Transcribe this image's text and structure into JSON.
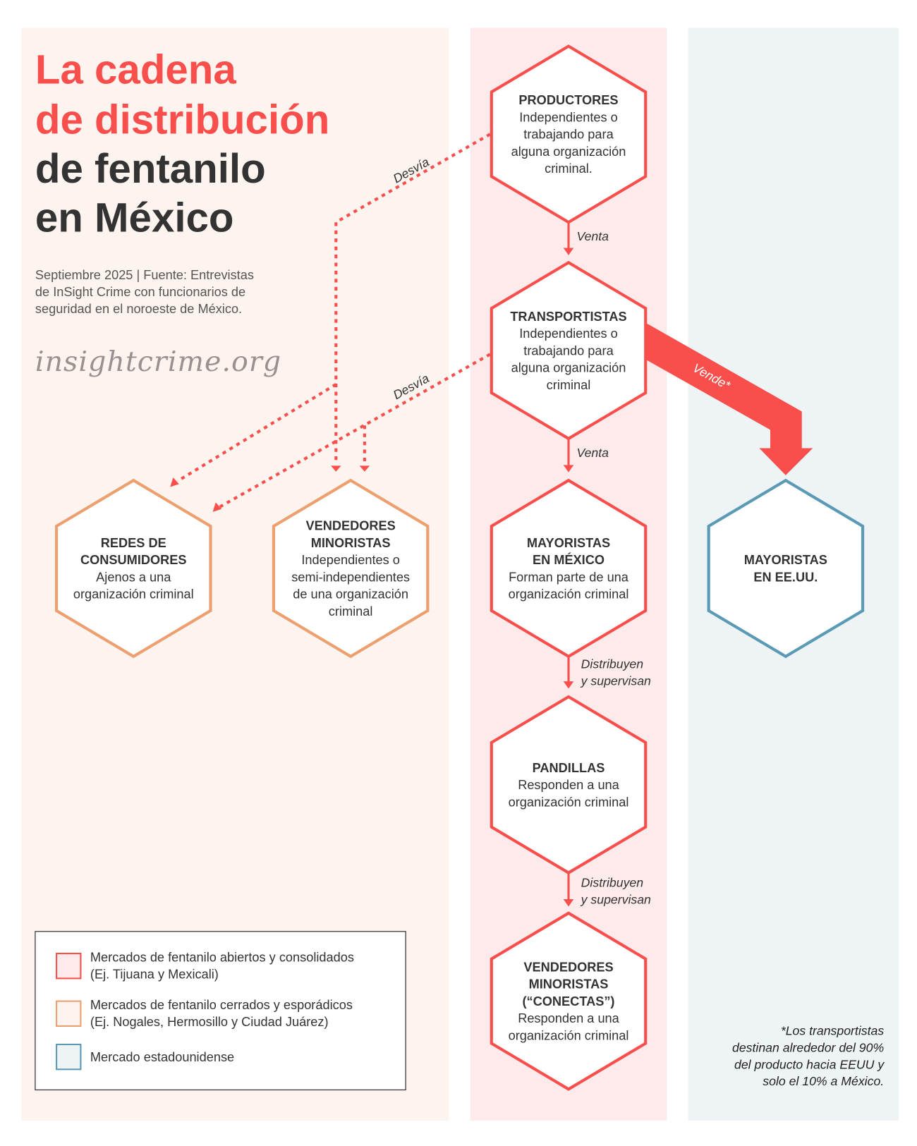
{
  "colors": {
    "red": "#f94f4c",
    "orange": "#eda06f",
    "blue": "#5b9ab5",
    "panel_left": "#fdf3ef",
    "panel_center": "#fdeaea",
    "panel_right": "#eef3f6",
    "text": "#333333"
  },
  "title": {
    "line1": "La cadena",
    "line2": "de distribución",
    "line3": "de fentanilo",
    "line4": "en México"
  },
  "subtitle": {
    "line1": "Septiembre 2025 | Fuente: Entrevistas",
    "line2": "de InSight Crime con funcionarios de",
    "line3": "seguridad en el noroeste de México."
  },
  "site": "insightcrime.org",
  "nodes": {
    "productores": {
      "title": [
        "PRODUCTORES"
      ],
      "desc": [
        "Independientes o",
        "trabajando para",
        "alguna organización",
        "criminal."
      ]
    },
    "transportistas": {
      "title": [
        "TRANSPORTISTAS"
      ],
      "desc": [
        "Independientes o",
        "trabajando para",
        "alguna organización",
        "criminal"
      ]
    },
    "mayoristas_mx": {
      "title": [
        "MAYORISTAS",
        "EN MÉXICO"
      ],
      "desc": [
        "Forman parte de una",
        "organización criminal"
      ]
    },
    "pandillas": {
      "title": [
        "PANDILLAS"
      ],
      "desc": [
        "Responden a una",
        "organización criminal"
      ]
    },
    "conectas": {
      "title": [
        "VENDEDORES",
        "MINORISTAS",
        "(“CONECTAS”)"
      ],
      "desc": [
        "Responden a una",
        "organización criminal"
      ]
    },
    "redes": {
      "title": [
        "REDES DE",
        "CONSUMIDORES"
      ],
      "desc": [
        "Ajenos a una",
        "organización criminal"
      ]
    },
    "minoristas": {
      "title": [
        "VENDEDORES",
        "MINORISTAS"
      ],
      "desc": [
        "Independientes o",
        "semi-independientes",
        "de una organización",
        "criminal"
      ]
    },
    "mayoristas_us": {
      "title": [
        "MAYORISTAS",
        "EN EE.UU."
      ],
      "desc": []
    }
  },
  "edges": {
    "venta1": "Venta",
    "venta2": "Venta",
    "dist1": [
      "Distribuyen",
      "y supervisan"
    ],
    "dist2": [
      "Distribuyen",
      "y supervisan"
    ],
    "desvia1": "Desvía",
    "desvia2": "Desvía",
    "vende": "Vende*"
  },
  "legend": [
    {
      "lines": [
        "Mercados de fentanilo abiertos y consolidados",
        "(Ej. Tijuana y Mexicali)"
      ]
    },
    {
      "lines": [
        "Mercados de fentanilo cerrados y esporádicos",
        "(Ej. Nogales, Hermosillo y Ciudad Juárez)"
      ]
    },
    {
      "lines": [
        "Mercado estadounidense"
      ]
    }
  ],
  "footnote": [
    "*Los transportistas",
    "destinan alrededor del 90%",
    "del producto hacia EEUU y",
    "solo el 10% a México."
  ]
}
